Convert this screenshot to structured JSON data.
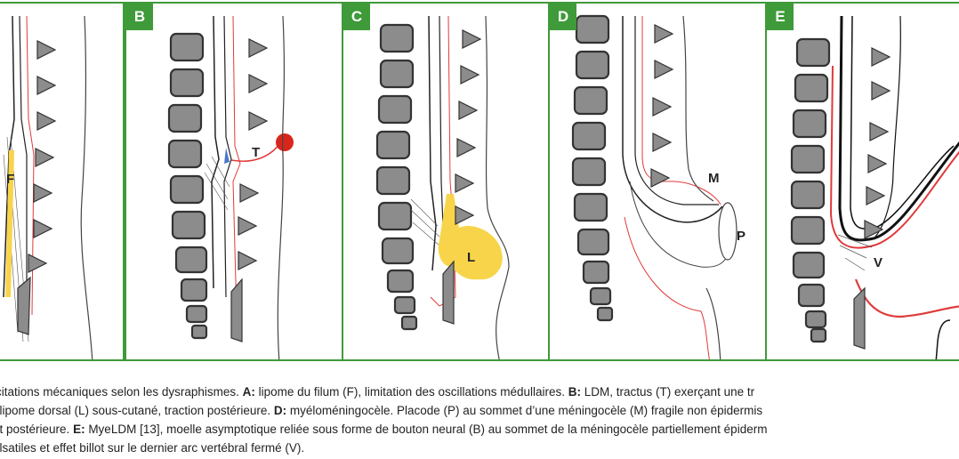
{
  "panels": [
    {
      "letter": "",
      "labels": {
        "f": "F"
      }
    },
    {
      "letter": "B",
      "labels": {
        "t": "T"
      }
    },
    {
      "letter": "C",
      "labels": {
        "l": "L"
      }
    },
    {
      "letter": "D",
      "labels": {
        "m": "M",
        "p": "P"
      }
    },
    {
      "letter": "E",
      "labels": {
        "v": "V"
      }
    }
  ],
  "caption": {
    "line1": {
      "t0": "icitations mécaniques selon les dysraphismes. ",
      "k1": "A:",
      "t1": " lipome du filum (F), limitation des oscillations médullaires. ",
      "k2": "B:",
      "t2": " LDM, tractus (T) exerçant une tr"
    },
    "line2": {
      "t0": ": lipome dorsal (L) sous-cutané, traction postérieure. ",
      "k1": "D:",
      "t1": " myéloméningocèle. Placode (P) au sommet d’une méningocèle (M) fragile non épidermis"
    },
    "line3": {
      "t0": "et postérieure. ",
      "k1": "E:",
      "t1": " MyeLDM [13], moelle asymptotique reliée sous forme de bouton neural (B) au sommet de la méningocèle partiellement épiderm"
    },
    "line4": {
      "t0": "ulsatiles et effet billot sur le dernier arc vertébral fermé (V)."
    }
  },
  "colors": {
    "frame": "#3f9a3a",
    "vertebra": "#8c8c8c",
    "dura": "#e03a3a",
    "lipoma": "#f7d44a",
    "marker": "#d9261c",
    "cord": "#222222"
  }
}
